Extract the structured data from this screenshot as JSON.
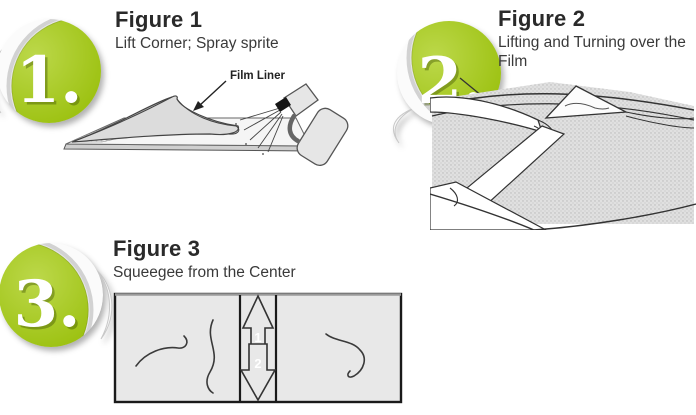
{
  "page": {
    "background": "#ffffff"
  },
  "colors": {
    "badge_green": "#a4c717",
    "badge_green_light": "#bcd84a",
    "badge_text": "#ffffff",
    "heading_text": "#2a2a2a",
    "body_text": "#3a3a3a",
    "line_art": "#333333",
    "panel_gray": "#e8e8e8"
  },
  "steps": [
    {
      "badge_number": "1.",
      "title": "Figure 1",
      "subtitle": "Lift Corner; Spray sprite",
      "callout_label": "Film Liner",
      "illustration": "film-liner-lift-and-spray"
    },
    {
      "badge_number": "2.",
      "title": "Figure 2",
      "subtitle": "Lifting and Turning over the Film",
      "illustration": "hands-lifting-turning-film"
    },
    {
      "badge_number": "3.",
      "title": "Figure 3",
      "subtitle": "Squeegee from the Center",
      "arrow_labels": [
        "1",
        "2"
      ],
      "illustration": "squeegee-direction-panel"
    }
  ]
}
